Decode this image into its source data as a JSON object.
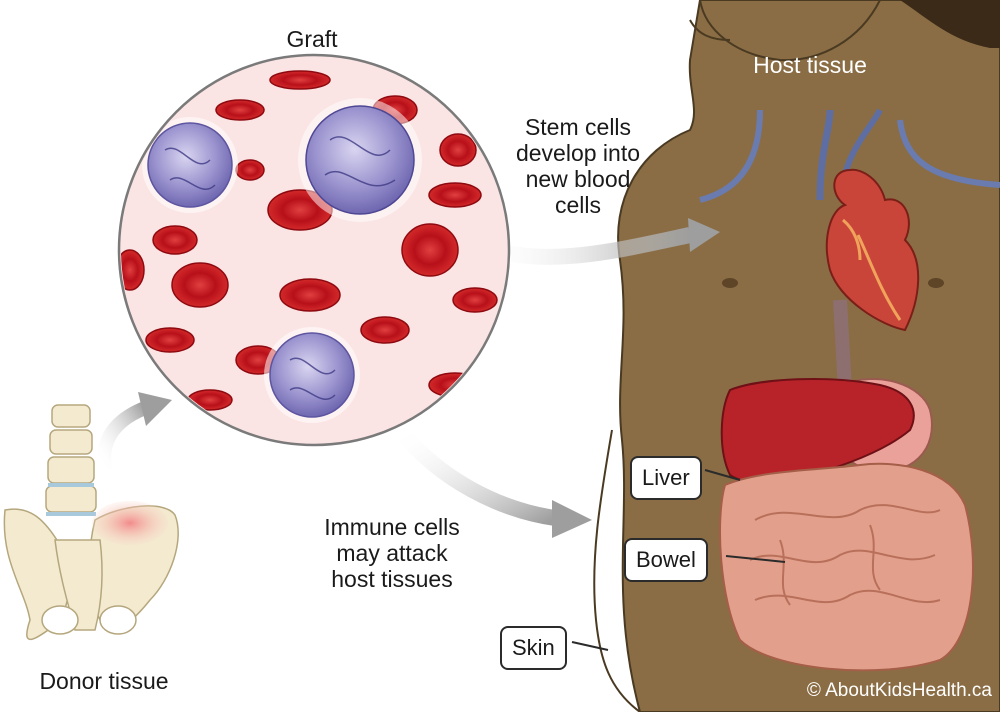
{
  "labels": {
    "graft": "Graft",
    "host_tissue": "Host tissue",
    "stem_line1": "Stem cells",
    "stem_line2": "develop into",
    "stem_line3": "new blood",
    "stem_line4": "cells",
    "immune_line1": "Immune cells",
    "immune_line2": "may attack",
    "immune_line3": "host tissues",
    "donor_tissue": "Donor tissue",
    "copyright": "© AboutKidsHealth.ca"
  },
  "callouts": {
    "liver": "Liver",
    "bowel": "Bowel",
    "skin": "Skin"
  },
  "colors": {
    "skin_tone": "#8a6d45",
    "red_blood_cell": "#c8141e",
    "graft_background": "#fbe4e4",
    "stem_cell": "#8f88c8",
    "liver": "#b8232a",
    "bowel": "#e2a08c",
    "heart": "#c9453a",
    "bone": "#f4ead0",
    "arrow_gray": "#a9a9a9"
  }
}
